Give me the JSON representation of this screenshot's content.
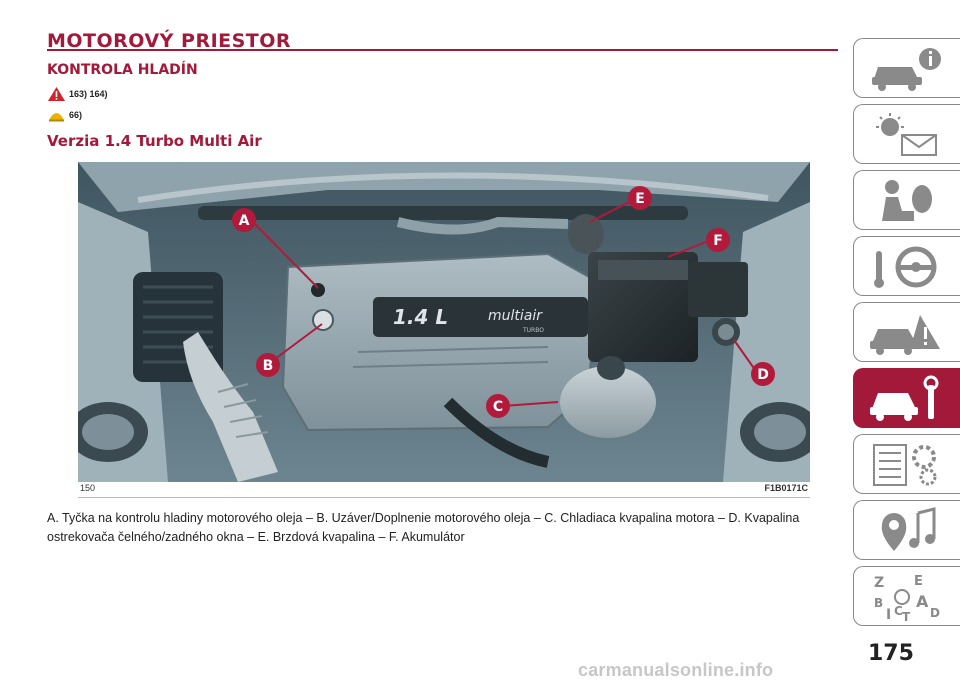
{
  "header": {
    "title": "MOTOROVÝ PRIESTOR",
    "subtitle": "KONTROLA HLADÍN"
  },
  "warnings": [
    {
      "icon": "red-warning-triangle-icon",
      "text": "163) 164)"
    },
    {
      "icon": "yellow-attention-icon",
      "text": "66)"
    }
  ],
  "section_heading": "Verzia 1.4 Turbo Multi Air",
  "figure": {
    "number": "150",
    "code": "F1B0171C",
    "engine_cover_text": "1.4 L",
    "engine_cover_brand": "multiair",
    "engine_cover_sub": "TURBO",
    "callouts": [
      "A",
      "B",
      "C",
      "D",
      "E",
      "F"
    ]
  },
  "caption": "A. Tyčka na kontrolu hladiny motorového oleja – B. Uzáver/Doplnenie motorového oleja – C. Chladiaca kvapalina motora – D. Kvapalina ostrekovača čelného/zadného okna – E. Brzdová kvapalina – F. Akumulátor",
  "sidebar_tabs": [
    {
      "name": "tab-dashboard-info",
      "icon": "car-info-icon",
      "active": false
    },
    {
      "name": "tab-warning-lights",
      "icon": "light-mail-icon",
      "active": false
    },
    {
      "name": "tab-safety",
      "icon": "seat-airbag-icon",
      "active": false
    },
    {
      "name": "tab-starting-driving",
      "icon": "steering-wheel-icon",
      "active": false
    },
    {
      "name": "tab-emergency",
      "icon": "car-crash-icon",
      "active": false
    },
    {
      "name": "tab-maintenance",
      "icon": "car-wrench-icon",
      "active": true
    },
    {
      "name": "tab-technical-data",
      "icon": "list-gears-icon",
      "active": false
    },
    {
      "name": "tab-multimedia",
      "icon": "music-location-icon",
      "active": false
    },
    {
      "name": "tab-index",
      "icon": "alphabet-index-icon",
      "active": false
    }
  ],
  "page_number": "175",
  "watermark": "carmanualsonline.info",
  "colors": {
    "accent": "#a3193a",
    "callout": "#b11a3b"
  }
}
